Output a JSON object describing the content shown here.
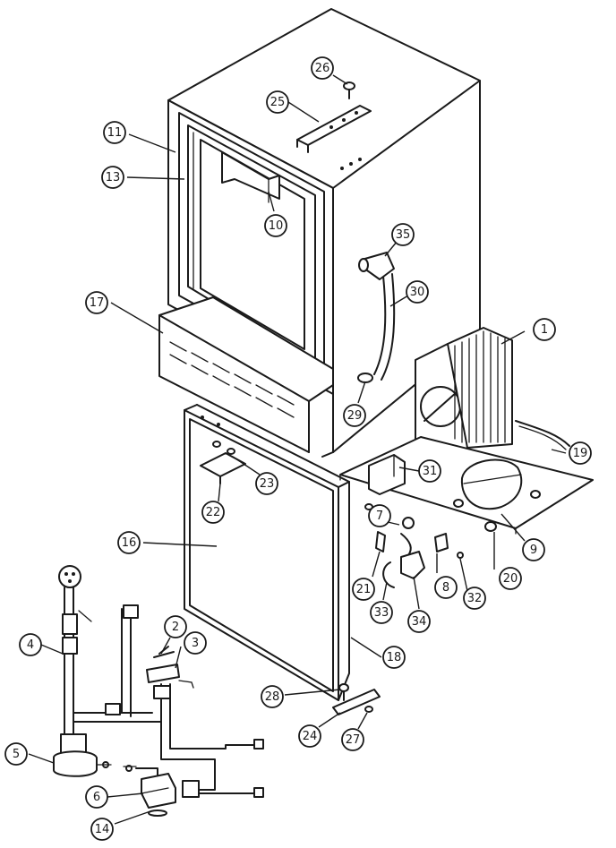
{
  "diagram": {
    "type": "exploded-parts-diagram",
    "callouts": [
      {
        "id": "c1",
        "label": "1"
      },
      {
        "id": "c2",
        "label": "2"
      },
      {
        "id": "c3",
        "label": "3"
      },
      {
        "id": "c4",
        "label": "4"
      },
      {
        "id": "c5",
        "label": "5"
      },
      {
        "id": "c6",
        "label": "6"
      },
      {
        "id": "c7",
        "label": "7"
      },
      {
        "id": "c8",
        "label": "8"
      },
      {
        "id": "c9",
        "label": "9"
      },
      {
        "id": "c10",
        "label": "10"
      },
      {
        "id": "c11",
        "label": "11"
      },
      {
        "id": "c13",
        "label": "13"
      },
      {
        "id": "c14",
        "label": "14"
      },
      {
        "id": "c16",
        "label": "16"
      },
      {
        "id": "c17",
        "label": "17"
      },
      {
        "id": "c18",
        "label": "18"
      },
      {
        "id": "c19",
        "label": "19"
      },
      {
        "id": "c20",
        "label": "20"
      },
      {
        "id": "c21",
        "label": "21"
      },
      {
        "id": "c22",
        "label": "22"
      },
      {
        "id": "c23",
        "label": "23"
      },
      {
        "id": "c24",
        "label": "24"
      },
      {
        "id": "c25",
        "label": "25"
      },
      {
        "id": "c26",
        "label": "26"
      },
      {
        "id": "c27",
        "label": "27"
      },
      {
        "id": "c28",
        "label": "28"
      },
      {
        "id": "c29",
        "label": "29"
      },
      {
        "id": "c30",
        "label": "30"
      },
      {
        "id": "c31",
        "label": "31"
      },
      {
        "id": "c32",
        "label": "32"
      },
      {
        "id": "c33",
        "label": "33"
      },
      {
        "id": "c34",
        "label": "34"
      },
      {
        "id": "c35",
        "label": "35"
      }
    ]
  }
}
